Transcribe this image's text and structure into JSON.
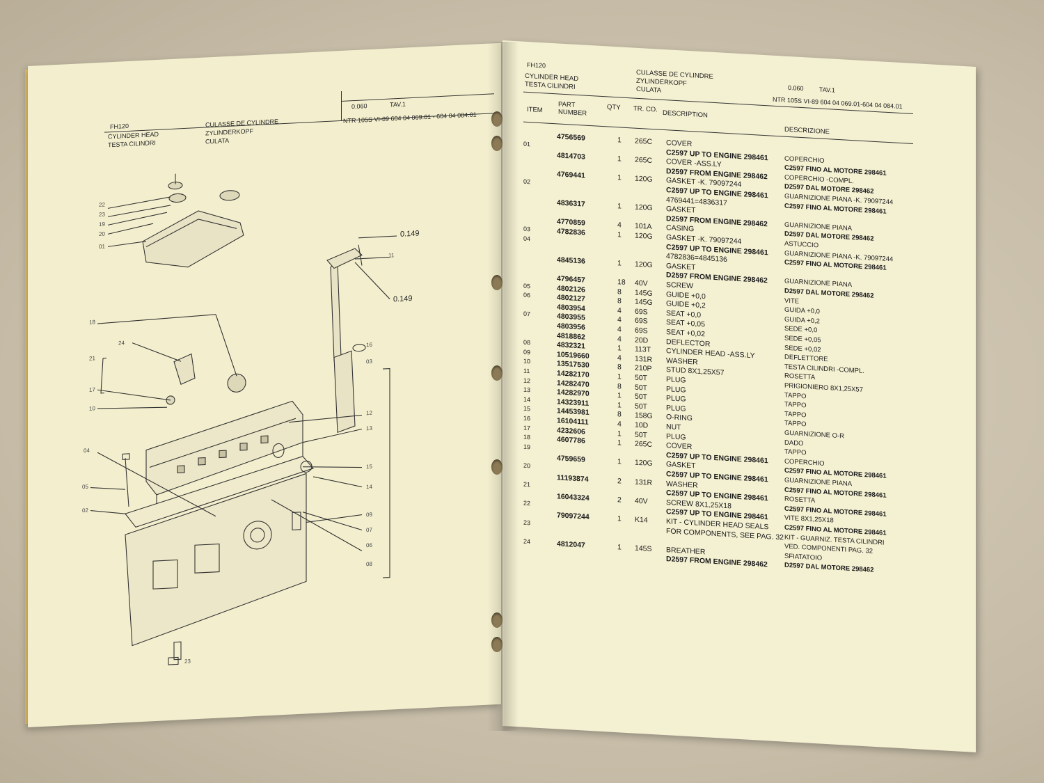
{
  "left_page": {
    "code": "FH120",
    "titles_en": [
      "CYLINDER HEAD",
      "TESTA CILINDRI"
    ],
    "titles_fr_de_it": [
      "CULASSE DE CYLINDRE",
      "ZYLINDERKOPF",
      "CULATA"
    ],
    "group": "0.060",
    "tav": "TAV.1",
    "model": "NTR 105S  VI-89  604 04 069.01 - 604 04 084.01",
    "callouts": {
      "ref1": "0.149",
      "ref2": "0.149",
      "labels": [
        "22",
        "23",
        "19",
        "20",
        "01",
        "11",
        "18",
        "21",
        "24",
        "16",
        "03",
        "17",
        "10",
        "12",
        "04",
        "13",
        "05",
        "15",
        "14",
        "02",
        "09",
        "07",
        "06",
        "08",
        "23"
      ]
    }
  },
  "right_page": {
    "code": "FH120",
    "titles_en": [
      "CYLINDER HEAD",
      "TESTA CILINDRI"
    ],
    "titles_fr_de_it": [
      "CULASSE DE CYLINDRE",
      "ZYLINDERKOPF",
      "CULATA"
    ],
    "group": "0.060",
    "tav": "TAV.1",
    "model": "NTR 105S  VI-89  604 04 069.01-604 04 084.01",
    "columns": {
      "item": "ITEM",
      "part": "PART NUMBER",
      "qty": "QTY",
      "tr": "TR. CO.",
      "desc": "DESCRIPTION",
      "desc_it": "DESCRIZIONE"
    },
    "rows": [
      {
        "item": "",
        "part": "4756569",
        "qty": "1",
        "tr": "265C",
        "desc": "COVER",
        "ita": "",
        "desc_bold": false,
        "ita_bold": false
      },
      {
        "item": "01",
        "part": "",
        "qty": "",
        "tr": "",
        "desc": "C2597 UP TO ENGINE  298461",
        "ita": "COPERCHIO",
        "desc_bold": true,
        "ita_bold": false
      },
      {
        "item": "",
        "part": "4814703",
        "qty": "1",
        "tr": "265C",
        "desc": "COVER -ASS.LY",
        "ita": "C2597  FINO AL MOTORE 298461",
        "desc_bold": false,
        "ita_bold": true
      },
      {
        "item": "",
        "part": "",
        "qty": "",
        "tr": "",
        "desc": "D2597 FROM ENGINE  298462",
        "ita": "COPERCHIO -COMPL.",
        "desc_bold": true,
        "ita_bold": false
      },
      {
        "item": "",
        "part": "4769441",
        "qty": "1",
        "tr": "120G",
        "desc": "GASKET -K. 79097244",
        "ita": "D2597  DAL MOTORE   298462",
        "desc_bold": false,
        "ita_bold": true
      },
      {
        "item": "02",
        "part": "",
        "qty": "",
        "tr": "",
        "desc": "C2597 UP TO ENGINE  298461",
        "ita": "GUARNIZIONE PIANA -K. 79097244",
        "desc_bold": true,
        "ita_bold": false
      },
      {
        "item": "",
        "part": "",
        "qty": "",
        "tr": "",
        "desc": "4769441=4836317",
        "ita": "C2597  FINO AL MOTORE 298461",
        "desc_bold": false,
        "ita_bold": true
      },
      {
        "item": "",
        "part": "4836317",
        "qty": "1",
        "tr": "120G",
        "desc": "GASKET",
        "ita": "",
        "desc_bold": false,
        "ita_bold": false
      },
      {
        "item": "",
        "part": "",
        "qty": "",
        "tr": "",
        "desc": "D2597 FROM ENGINE  298462",
        "ita": "GUARNIZIONE PIANA",
        "desc_bold": true,
        "ita_bold": false
      },
      {
        "item": "",
        "part": "4770859",
        "qty": "4",
        "tr": "101A",
        "desc": "CASING",
        "ita": "D2597  DAL MOTORE   298462",
        "desc_bold": false,
        "ita_bold": true
      },
      {
        "item": "03",
        "part": "4782836",
        "qty": "1",
        "tr": "120G",
        "desc": "GASKET -K. 79097244",
        "ita": "ASTUCCIO",
        "desc_bold": false,
        "ita_bold": false
      },
      {
        "item": "04",
        "part": "",
        "qty": "",
        "tr": "",
        "desc": "C2597 UP TO ENGINE  298461",
        "ita": "GUARNIZIONE PIANA -K. 79097244",
        "desc_bold": true,
        "ita_bold": false
      },
      {
        "item": "",
        "part": "",
        "qty": "",
        "tr": "",
        "desc": "4782836=4845136",
        "ita": "C2597  FINO AL MOTORE 298461",
        "desc_bold": false,
        "ita_bold": true
      },
      {
        "item": "",
        "part": "4845136",
        "qty": "1",
        "tr": "120G",
        "desc": "GASKET",
        "ita": "",
        "desc_bold": false,
        "ita_bold": false
      },
      {
        "item": "",
        "part": "",
        "qty": "",
        "tr": "",
        "desc": "D2597 FROM ENGINE  298462",
        "ita": "GUARNIZIONE PIANA",
        "desc_bold": true,
        "ita_bold": false
      },
      {
        "item": "",
        "part": "4796457",
        "qty": "18",
        "tr": "40V",
        "desc": "SCREW",
        "ita": "D2597  DAL MOTORE   298462",
        "desc_bold": false,
        "ita_bold": true
      },
      {
        "item": "05",
        "part": "4802126",
        "qty": "8",
        "tr": "145G",
        "desc": "GUIDE +0,0",
        "ita": "VITE",
        "desc_bold": false,
        "ita_bold": false
      },
      {
        "item": "06",
        "part": "4802127",
        "qty": "8",
        "tr": "145G",
        "desc": "GUIDE +0,2",
        "ita": "GUIDA +0,0",
        "desc_bold": false,
        "ita_bold": false
      },
      {
        "item": "",
        "part": "4803954",
        "qty": "4",
        "tr": "69S",
        "desc": "SEAT +0,0",
        "ita": "GUIDA +0,2",
        "desc_bold": false,
        "ita_bold": false
      },
      {
        "item": "07",
        "part": "4803955",
        "qty": "4",
        "tr": "69S",
        "desc": "SEAT +0,05",
        "ita": "SEDE +0,0",
        "desc_bold": false,
        "ita_bold": false
      },
      {
        "item": "",
        "part": "4803956",
        "qty": "4",
        "tr": "69S",
        "desc": "SEAT +0,02",
        "ita": "SEDE +0,05",
        "desc_bold": false,
        "ita_bold": false
      },
      {
        "item": "",
        "part": "4818862",
        "qty": "4",
        "tr": "20D",
        "desc": "DEFLECTOR",
        "ita": "SEDE +0,02",
        "desc_bold": false,
        "ita_bold": false
      },
      {
        "item": "08",
        "part": "4832321",
        "qty": "1",
        "tr": "113T",
        "desc": "CYLINDER HEAD -ASS.LY",
        "ita": "DEFLETTORE",
        "desc_bold": false,
        "ita_bold": false
      },
      {
        "item": "09",
        "part": "10519660",
        "qty": "4",
        "tr": "131R",
        "desc": "WASHER",
        "ita": "TESTA CILINDRI -COMPL.",
        "desc_bold": false,
        "ita_bold": false
      },
      {
        "item": "10",
        "part": "13517530",
        "qty": "8",
        "tr": "210P",
        "desc": "STUD 8X1,25X57",
        "ita": "ROSETTA",
        "desc_bold": false,
        "ita_bold": false
      },
      {
        "item": "11",
        "part": "14282170",
        "qty": "1",
        "tr": "50T",
        "desc": "PLUG",
        "ita": "PRIGIONIERO 8X1,25X57",
        "desc_bold": false,
        "ita_bold": false
      },
      {
        "item": "12",
        "part": "14282470",
        "qty": "8",
        "tr": "50T",
        "desc": "PLUG",
        "ita": "TAPPO",
        "desc_bold": false,
        "ita_bold": false
      },
      {
        "item": "13",
        "part": "14282970",
        "qty": "1",
        "tr": "50T",
        "desc": "PLUG",
        "ita": "TAPPO",
        "desc_bold": false,
        "ita_bold": false
      },
      {
        "item": "14",
        "part": "14323911",
        "qty": "1",
        "tr": "50T",
        "desc": "PLUG",
        "ita": "TAPPO",
        "desc_bold": false,
        "ita_bold": false
      },
      {
        "item": "15",
        "part": "14453981",
        "qty": "8",
        "tr": "158G",
        "desc": "O-RING",
        "ita": "TAPPO",
        "desc_bold": false,
        "ita_bold": false
      },
      {
        "item": "16",
        "part": "16104111",
        "qty": "4",
        "tr": "10D",
        "desc": "NUT",
        "ita": "GUARNIZIONE O-R",
        "desc_bold": false,
        "ita_bold": false
      },
      {
        "item": "17",
        "part": "4232606",
        "qty": "1",
        "tr": "50T",
        "desc": "PLUG",
        "ita": "DADO",
        "desc_bold": false,
        "ita_bold": false
      },
      {
        "item": "18",
        "part": "4607786",
        "qty": "1",
        "tr": "265C",
        "desc": "COVER",
        "ita": "TAPPO",
        "desc_bold": false,
        "ita_bold": false
      },
      {
        "item": "19",
        "part": "",
        "qty": "",
        "tr": "",
        "desc": "C2597 UP TO ENGINE  298461",
        "ita": "COPERCHIO",
        "desc_bold": true,
        "ita_bold": false
      },
      {
        "item": "",
        "part": "4759659",
        "qty": "1",
        "tr": "120G",
        "desc": "GASKET",
        "ita": "C2597  FINO AL MOTORE 298461",
        "desc_bold": false,
        "ita_bold": true
      },
      {
        "item": "20",
        "part": "",
        "qty": "",
        "tr": "",
        "desc": "C2597 UP TO ENGINE  298461",
        "ita": "GUARNIZIONE PIANA",
        "desc_bold": true,
        "ita_bold": false
      },
      {
        "item": "",
        "part": "11193874",
        "qty": "2",
        "tr": "131R",
        "desc": "WASHER",
        "ita": "C2597  FINO AL MOTORE 298461",
        "desc_bold": false,
        "ita_bold": true
      },
      {
        "item": "21",
        "part": "",
        "qty": "",
        "tr": "",
        "desc": "C2597 UP TO ENGINE  298461",
        "ita": "ROSETTA",
        "desc_bold": true,
        "ita_bold": false
      },
      {
        "item": "",
        "part": "16043324",
        "qty": "2",
        "tr": "40V",
        "desc": "SCREW 8X1,25X18",
        "ita": "C2597  FINO AL MOTORE 298461",
        "desc_bold": false,
        "ita_bold": true
      },
      {
        "item": "22",
        "part": "",
        "qty": "",
        "tr": "",
        "desc": "C2597 UP TO ENGINE  298461",
        "ita": "VITE 8X1,25X18",
        "desc_bold": true,
        "ita_bold": false
      },
      {
        "item": "",
        "part": "79097244",
        "qty": "1",
        "tr": "K14",
        "desc": "KIT - CYLINDER HEAD SEALS",
        "ita": "C2597  FINO AL MOTORE 298461",
        "desc_bold": false,
        "ita_bold": true
      },
      {
        "item": "23",
        "part": "",
        "qty": "",
        "tr": "",
        "desc": "  FOR COMPONENTS, SEE PAG. 32",
        "ita": "KIT - GUARNIZ. TESTA CILINDRI",
        "desc_bold": false,
        "ita_bold": false
      },
      {
        "item": "",
        "part": "",
        "qty": "",
        "tr": "",
        "desc": "",
        "ita": "VED. COMPONENTI PAG. 32",
        "desc_bold": false,
        "ita_bold": false
      },
      {
        "item": "24",
        "part": "4812047",
        "qty": "1",
        "tr": "145S",
        "desc": "BREATHER",
        "ita": "SFIATATOIO",
        "desc_bold": false,
        "ita_bold": false
      },
      {
        "item": "",
        "part": "",
        "qty": "",
        "tr": "",
        "desc": "D2597 FROM ENGINE  298462",
        "ita": "D2597  DAL MOTORE    298462",
        "desc_bold": true,
        "ita_bold": true
      }
    ]
  }
}
